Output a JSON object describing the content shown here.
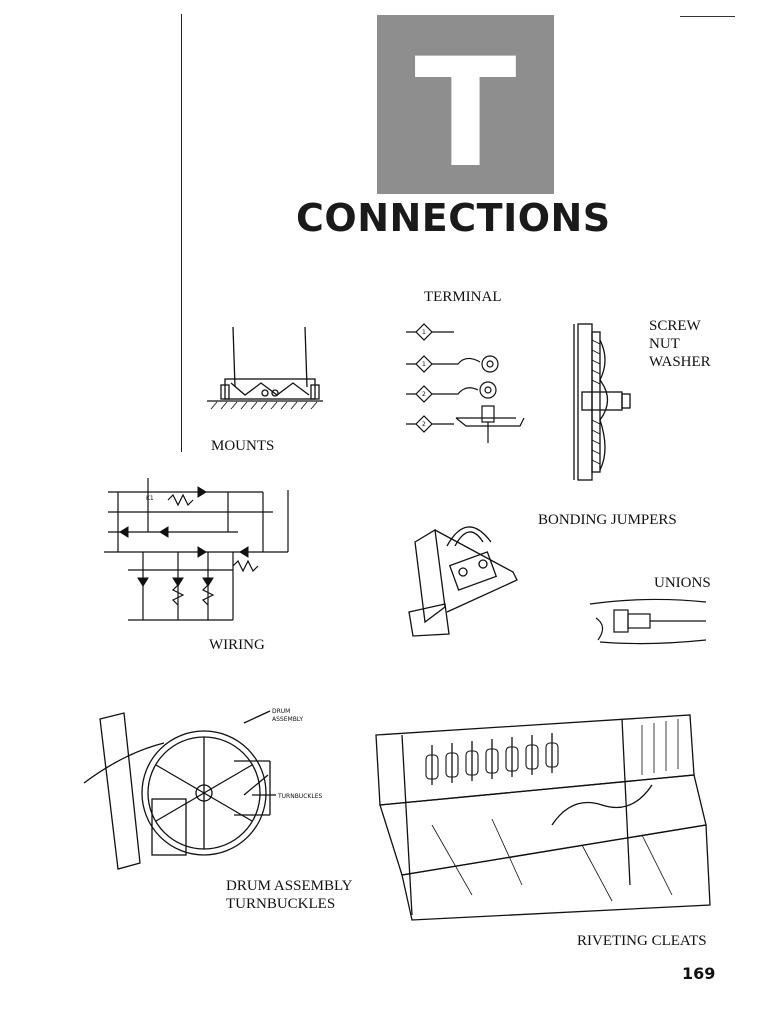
{
  "header": {
    "badge_letter": "T",
    "title": "CONNECTIONS"
  },
  "labels": {
    "terminal": "TERMINAL",
    "screw_nut_washer": [
      "SCREW",
      "NUT",
      "WASHER"
    ],
    "mounts": "MOUNTS",
    "bonding_jumpers": "BONDING JUMPERS",
    "unions": "UNIONS",
    "wiring": "WIRING",
    "drum_assembly_turnbuckles": [
      "DRUM ASSEMBLY",
      "TURNBUCKLES"
    ],
    "riveting_cleats": "RIVETING CLEATS"
  },
  "callouts": {
    "drum": "DRUM",
    "assembly": "ASSEMBLY",
    "turnbuckles": "TURNBUCKLES",
    "relay": "K1",
    "terminal_numbers": [
      "1",
      "1",
      "2",
      "2"
    ]
  },
  "page_number": "169",
  "colors": {
    "badge": "#8e8e8e",
    "ink": "#111111"
  }
}
